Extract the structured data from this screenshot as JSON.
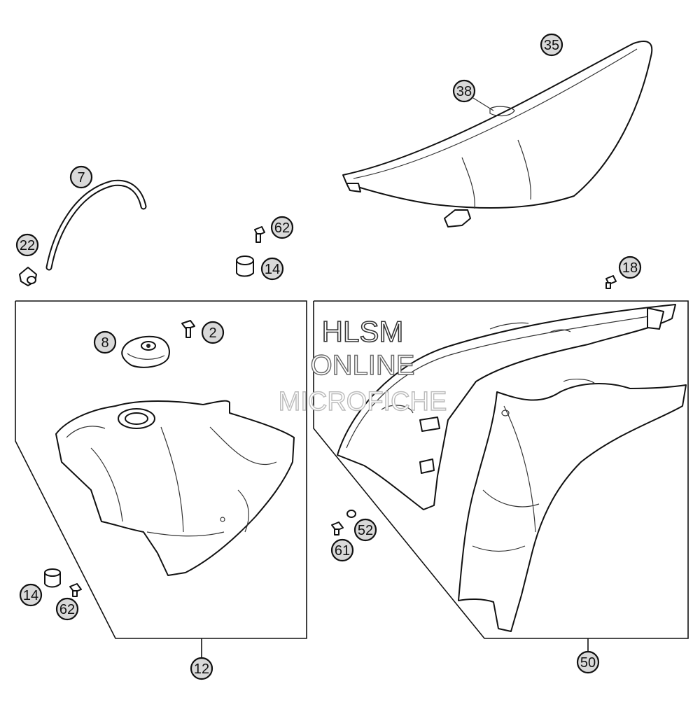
{
  "callouts": {
    "c35": "35",
    "c38": "38",
    "c7": "7",
    "c22": "22",
    "c62a": "62",
    "c14a": "14",
    "c18": "18",
    "c2": "2",
    "c8": "8",
    "c14b": "14",
    "c62b": "62",
    "c12": "12",
    "c61": "61",
    "c52": "52",
    "c50": "50"
  },
  "watermark": {
    "line1": "HLSM",
    "line2": "ONLINE",
    "line3": "MICROFICHE"
  }
}
